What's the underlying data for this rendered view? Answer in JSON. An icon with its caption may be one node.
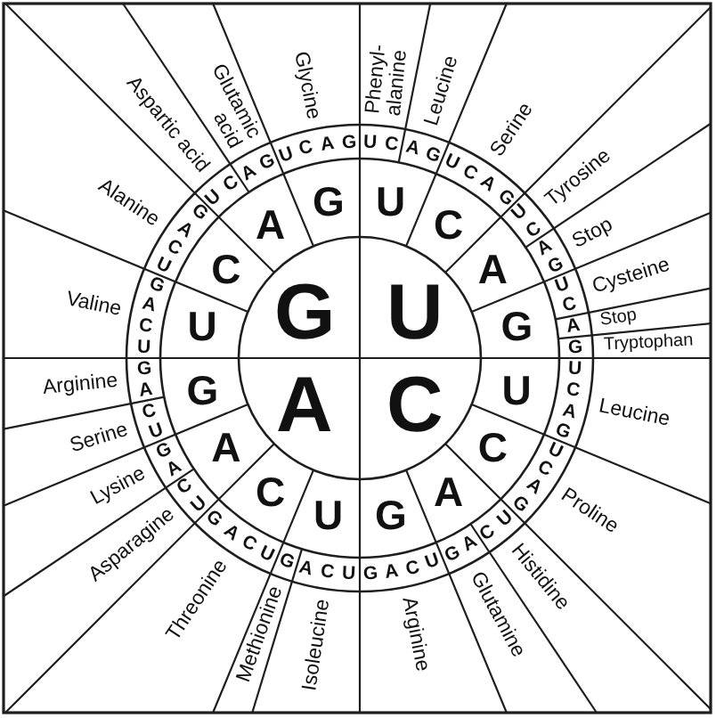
{
  "diagram": {
    "nodes": [
      {
        "text": [
          "G"
        ]
      },
      {
        "text": [
          "U"
        ]
      },
      {
        "text": [
          "A"
        ]
      },
      {
        "text": [
          "C"
        ]
      },
      {
        "text": [
          "U"
        ]
      },
      {
        "text": [
          "C"
        ]
      },
      {
        "text": [
          "A"
        ]
      },
      {
        "text": [
          "G"
        ]
      },
      {
        "text": [
          "U"
        ]
      },
      {
        "text": [
          "C"
        ]
      },
      {
        "text": [
          "A"
        ]
      },
      {
        "text": [
          "G"
        ]
      },
      {
        "text": [
          "U"
        ]
      },
      {
        "text": [
          "C"
        ]
      },
      {
        "text": [
          "A"
        ]
      },
      {
        "text": [
          "G"
        ]
      },
      {
        "text": [
          "U"
        ]
      },
      {
        "text": [
          "C"
        ]
      },
      {
        "text": [
          "A"
        ]
      },
      {
        "text": [
          "G"
        ]
      },
      {
        "text": [
          "U",
          "C"
        ]
      },
      {
        "text": [
          "A",
          "G"
        ]
      },
      {
        "text": [
          "U",
          "C",
          "A",
          "G"
        ]
      },
      {
        "text": [
          "U",
          "C"
        ]
      },
      {
        "text": [
          "A",
          "G"
        ]
      },
      {
        "text": [
          "U",
          "C"
        ]
      },
      {
        "text": [
          "A"
        ]
      },
      {
        "text": [
          "G"
        ]
      },
      {
        "text": [
          "U",
          "C",
          "A",
          "G"
        ]
      },
      {
        "text": [
          "U",
          "C",
          "A",
          "G"
        ]
      },
      {
        "text": [
          "U",
          "C"
        ]
      },
      {
        "text": [
          "A",
          "G"
        ]
      },
      {
        "text": [
          "U",
          "C",
          "A",
          "G"
        ]
      },
      {
        "text": [
          "U",
          "C",
          "A"
        ]
      },
      {
        "text": [
          "G"
        ]
      },
      {
        "text": [
          "U",
          "C",
          "A",
          "G"
        ]
      },
      {
        "text": [
          "U",
          "C"
        ]
      },
      {
        "text": [
          "A",
          "G"
        ]
      },
      {
        "text": [
          "U",
          "C"
        ]
      },
      {
        "text": [
          "A",
          "G"
        ]
      },
      {
        "text": [
          "U",
          "C",
          "A",
          "G"
        ]
      },
      {
        "text": [
          "U",
          "C",
          "A",
          "G"
        ]
      },
      {
        "text": [
          "U",
          "C"
        ]
      },
      {
        "text": [
          "A",
          "G"
        ]
      },
      {
        "text": [
          "U",
          "C",
          "A",
          "G"
        ]
      },
      {
        "text": [
          "Phenyl- alanine"
        ]
      },
      {
        "text": [
          "Leucine"
        ]
      },
      {
        "text": [
          "Serine"
        ]
      },
      {
        "text": [
          "Tyrosine"
        ]
      },
      {
        "text": [
          "Stop"
        ]
      },
      {
        "text": [
          "Cysteine"
        ]
      },
      {
        "text": [
          "Stop"
        ]
      },
      {
        "text": [
          "Tryptophan"
        ]
      },
      {
        "text": [
          "Leucine"
        ]
      },
      {
        "text": [
          "Proline"
        ]
      },
      {
        "text": [
          "Histidine"
        ]
      },
      {
        "text": [
          "Glutamine"
        ]
      },
      {
        "text": [
          "Arginine"
        ]
      },
      {
        "text": [
          "Isoleucine"
        ]
      },
      {
        "text": [
          "Methionine"
        ]
      },
      {
        "text": [
          "Threonine"
        ]
      },
      {
        "text": [
          "Asparagine"
        ]
      },
      {
        "text": [
          "Lysine"
        ]
      },
      {
        "text": [
          "Serine"
        ]
      },
      {
        "text": [
          "Arginine"
        ]
      },
      {
        "text": [
          "Valine"
        ]
      },
      {
        "text": [
          "Alanine"
        ]
      },
      {
        "text": [
          "Aspartic acid"
        ]
      },
      {
        "text": [
          "Glutamic acid"
        ]
      },
      {
        "text": [
          "Glycine"
        ]
      }
    ]
  }
}
